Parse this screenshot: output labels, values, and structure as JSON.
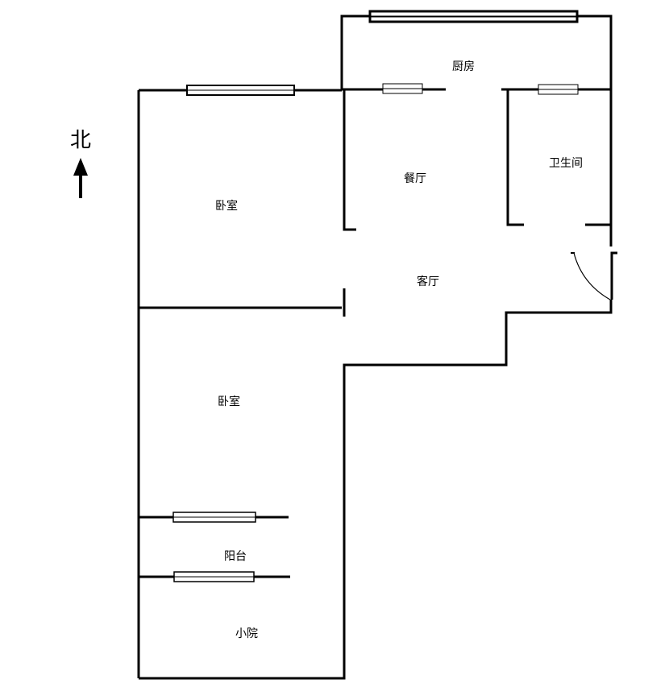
{
  "north_label": "北",
  "rooms": {
    "kitchen": "厨房",
    "dining": "餐厅",
    "bathroom": "卫生间",
    "bedroom_north": "卧室",
    "living": "客厅",
    "bedroom_south": "卧室",
    "balcony": "阳台",
    "yard": "小院"
  },
  "colors": {
    "wall": "#000000",
    "background": "#ffffff"
  }
}
